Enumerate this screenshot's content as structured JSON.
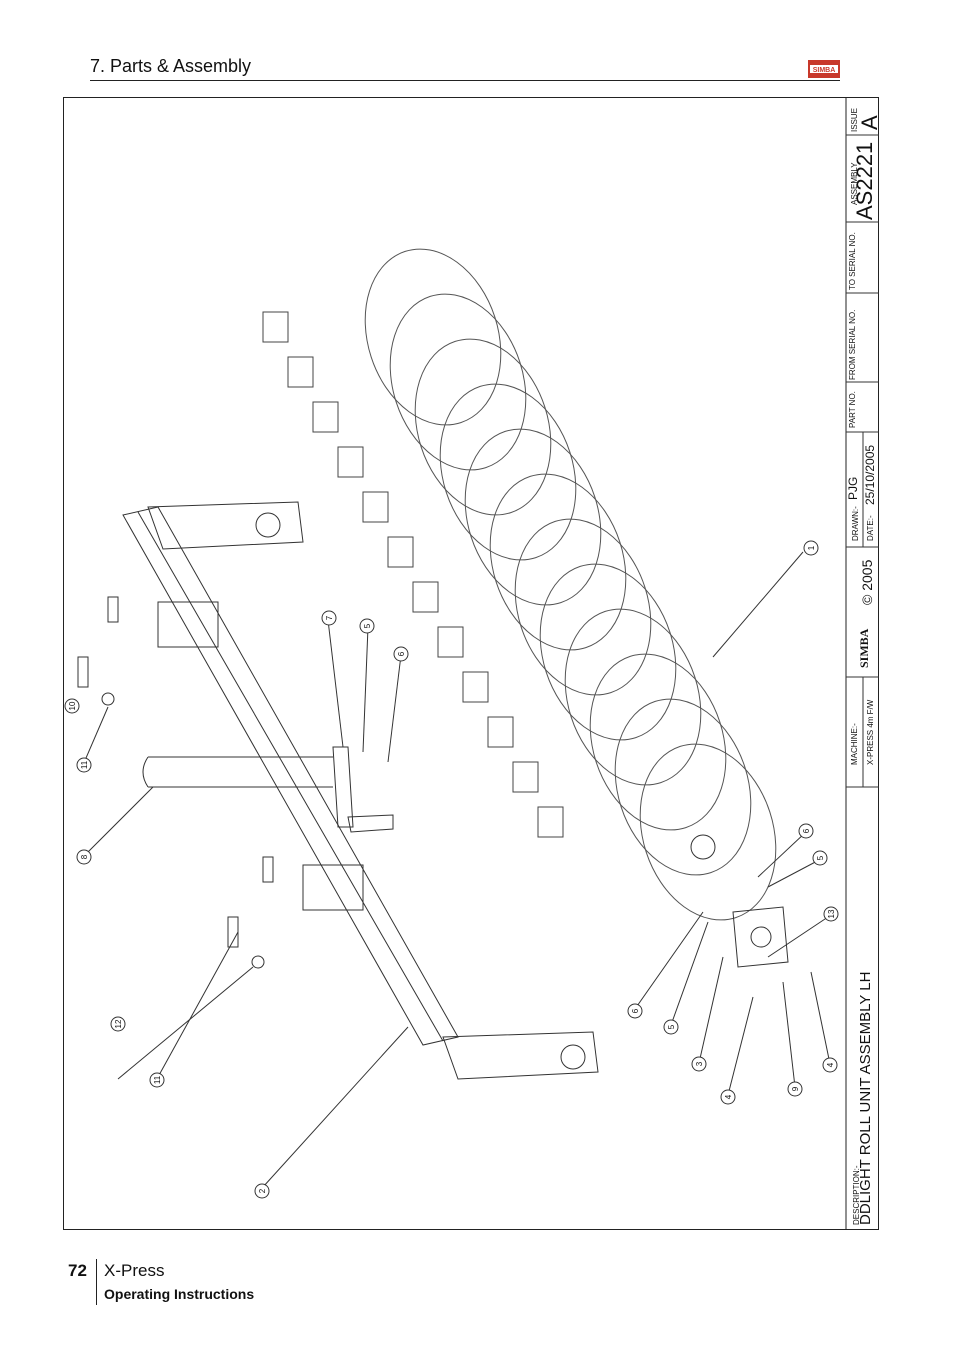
{
  "header": {
    "section_title": "7. Parts & Assembly",
    "logo_text": "SIMBA"
  },
  "footer": {
    "page_number": "72",
    "product": "X-Press",
    "subtitle": "Operating Instructions"
  },
  "title_block": {
    "issue_label": "ISSUE",
    "issue": "A",
    "assembly_label": "ASSEMBLY",
    "assembly_no": "AS2221",
    "to_serial_label": "TO SERIAL NO.",
    "from_serial_label": "FROM SERIAL NO.",
    "part_no_label": "PART NO.",
    "drawn_label": "DRAWN:-",
    "drawn_by": "PJG",
    "date_label": "DATE:-",
    "date": "25/10/2005",
    "copyright": "© 2005",
    "logo_text": "SIMBA",
    "machine_label": "MACHINE:-",
    "machine": "X-PRESS 4m F/W",
    "description_label": "DESCRIPTION:-",
    "description": "DDLIGHT ROLL UNIT ASSEMBLY LH"
  },
  "callouts": [
    "1",
    "2",
    "3",
    "4",
    "4",
    "5",
    "5",
    "5",
    "6",
    "6",
    "6",
    "7",
    "8",
    "9",
    "10",
    "11",
    "11",
    "12",
    "13"
  ]
}
